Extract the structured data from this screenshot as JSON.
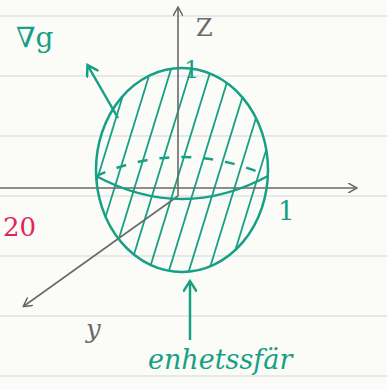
{
  "diagram": {
    "labels": [
      "∇g",
      "Z",
      "1",
      "1",
      "20",
      "y",
      "enhetssfär"
    ]
  }
}
